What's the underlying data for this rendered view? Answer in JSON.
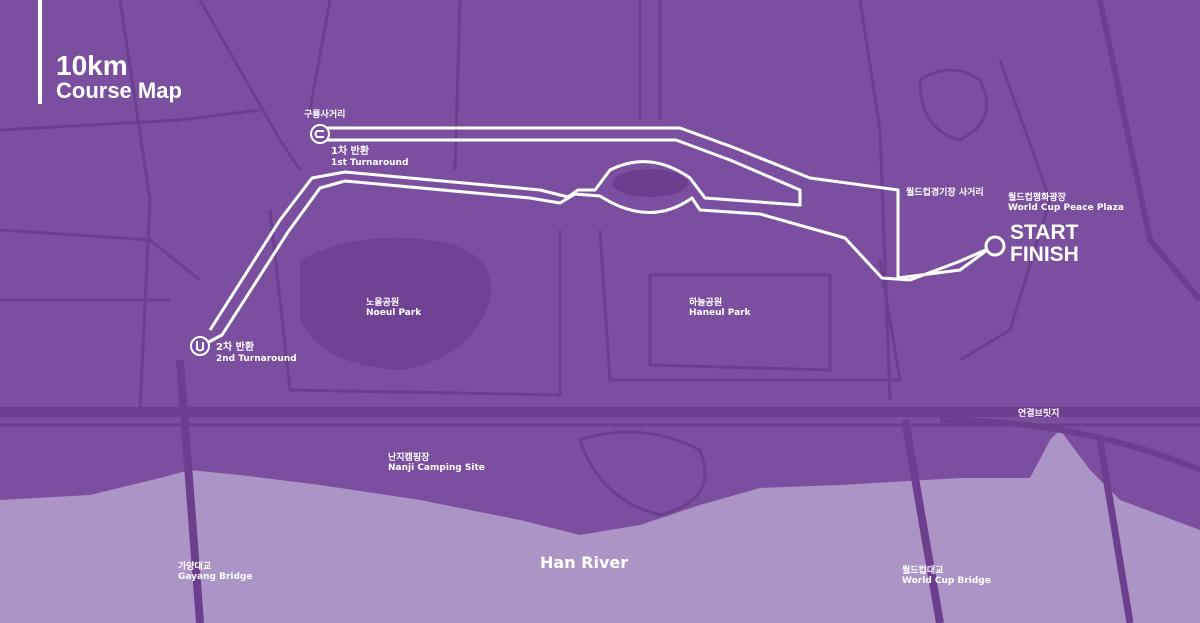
{
  "title": {
    "distance": "10km",
    "subtitle": "Course Map"
  },
  "colors": {
    "land": "#7b4f9f",
    "roads": "#6b3f8e",
    "river": "#ad94c6",
    "route": "#ffffff"
  },
  "markers": {
    "start_finish": {
      "line1": "START",
      "line2": "FINISH"
    },
    "turnaround_1": {
      "place_ko": "구룡사거리",
      "ko": "1차 반환",
      "en": "1st Turnaround",
      "icon": "u-turn-icon"
    },
    "turnaround_2": {
      "ko": "2차 반환",
      "en": "2nd Turnaround",
      "icon": "u-turn-icon"
    },
    "stadium_intersection": {
      "ko": "월드컵경기장 사거리"
    }
  },
  "places": {
    "peace_plaza": {
      "ko": "월드컵평화광장",
      "en": "World Cup Peace Plaza"
    },
    "noeul_park": {
      "ko": "노을공원",
      "en": "Noeul Park"
    },
    "haneul_park": {
      "ko": "하늘공원",
      "en": "Haneul Park"
    },
    "nanji_camping": {
      "ko": "난지캠핑장",
      "en": "Nanji Camping Site"
    },
    "bridge_link": {
      "ko": "연결브릿지"
    },
    "gayang_bridge": {
      "ko": "가양대교",
      "en": "Gayang Bridge"
    },
    "worldcup_bridge": {
      "ko": "월드컵대교",
      "en": "World Cup Bridge"
    },
    "river": {
      "en": "Han River"
    }
  }
}
